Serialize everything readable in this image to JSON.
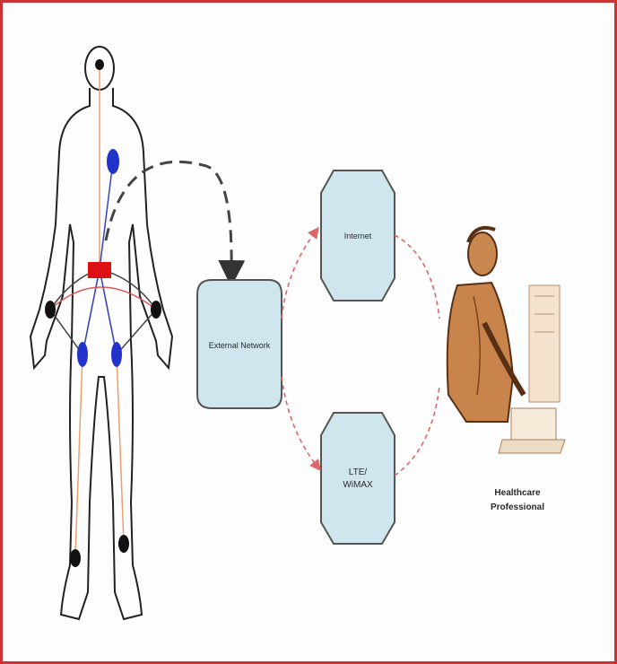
{
  "diagram": {
    "nodes": {
      "external_network": "External Network",
      "internet": "Internet",
      "lte_wimax_line1": "LTE/",
      "lte_wimax_line2": "WiMAX",
      "professional_line1": "Healthcare",
      "professional_line2": "Professional"
    },
    "colors": {
      "frame": "#cc3333",
      "node_fill": "#cfe6ee",
      "node_stroke": "#555555",
      "sensor_blue": "#2233cc",
      "sensor_black": "#111111",
      "hub_red": "#dd1111",
      "wireless_link": "#dd6666",
      "uplink": "#444444"
    }
  }
}
